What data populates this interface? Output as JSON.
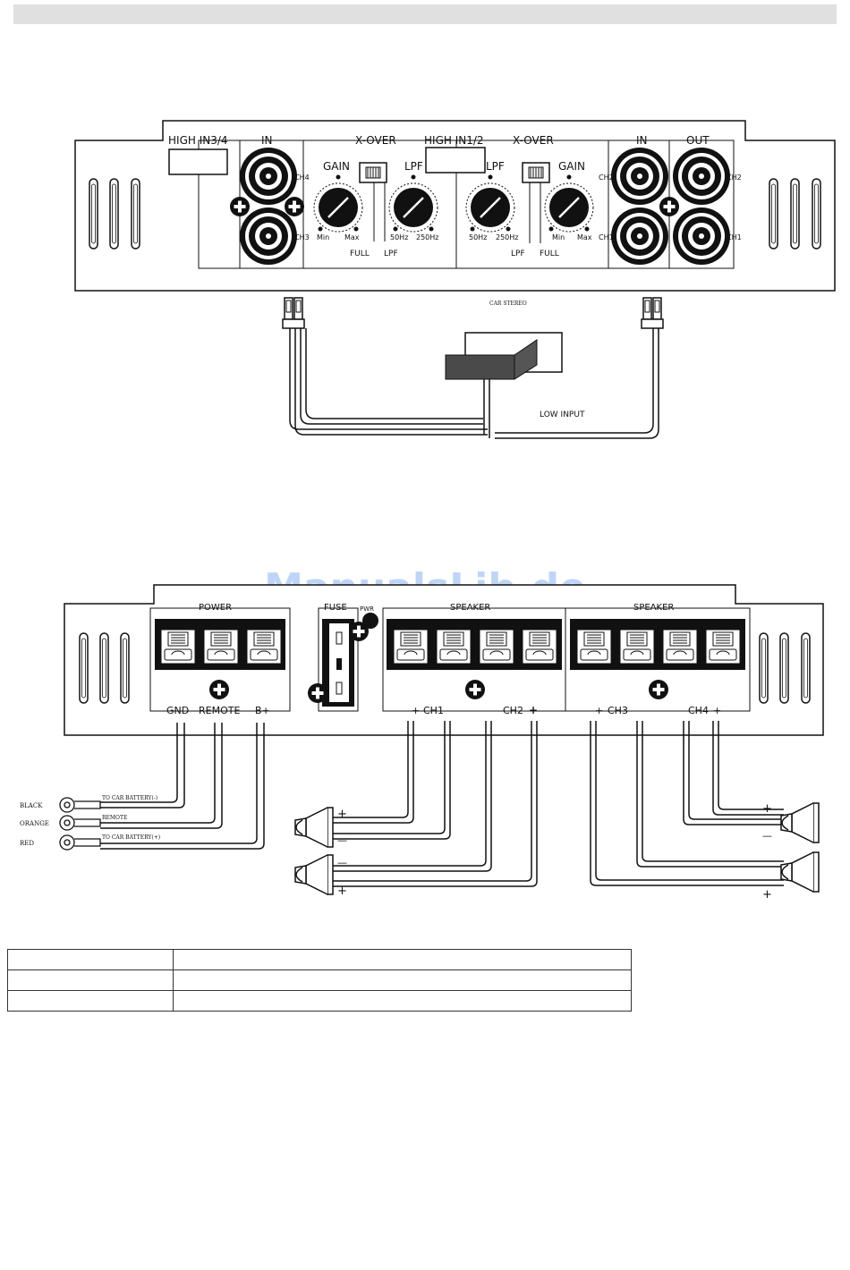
{
  "top_panel": {
    "high_in_34": "HIGH IN3/4",
    "in_left": "IN",
    "xover_left": "X-OVER",
    "gain_left": "GAIN",
    "lpf_left": "LPF",
    "high_in_12": "HIGH IN1/2",
    "xover_right": "X-OVER",
    "lpf_right": "LPF",
    "gain_right": "GAIN",
    "in_right": "IN",
    "out": "OUT",
    "ch4": "CH4",
    "ch3": "CH3",
    "ch2_in": "CH2",
    "ch1_in": "CH1",
    "ch2_out": "CH2",
    "ch1_out": "CH1",
    "min_left": "Min",
    "max_left": "Max",
    "hz50_left": "50Hz",
    "hz250_left": "250Hz",
    "full_left": "FULL",
    "lpf_sw_left": "LPF",
    "hz50_right": "50Hz",
    "hz250_right": "250Hz",
    "lpf_sw_right": "LPF",
    "full_right": "FULL",
    "min_right": "Min",
    "max_right": "Max",
    "car_stereo": "CAR STEREO",
    "low_input": "LOW INPUT"
  },
  "bottom_panel": {
    "power": "POWER",
    "fuse": "FUSE",
    "pwr": "PWR",
    "speaker_a": "SPEAKER",
    "speaker_b": "SPEAKER",
    "gnd": "GND",
    "remote": "REMOTE",
    "bplus": "B+",
    "plus_ch1": "+",
    "ch1": "CH1",
    "minus_ch1": "-",
    "minus_ch2": "-",
    "ch2": "CH2",
    "plus_ch2": "+",
    "plus_ch3": "+",
    "ch3": "CH3",
    "minus_ch3": "-",
    "ch4": "CH4",
    "plus_ch4": "+"
  },
  "wires": {
    "black": "BLACK",
    "orange": "ORANGE",
    "red": "RED",
    "to_car_battery_1": "TO CAR BATTERY(-)",
    "remote_lbl": "REMOTE",
    "to_car_battery_2": "TO CAR BATTERY(+)"
  },
  "speaker_signs": {
    "s1_plus": "+",
    "s1_minus": "—",
    "s2_minus": "—",
    "s2_plus": "+",
    "s3_plus": "+",
    "s3_minus": "—",
    "s4_minus": "—",
    "s4_plus": "+"
  },
  "watermark": "ManualsLib.de",
  "table": {
    "rows": [
      [
        "",
        ""
      ],
      [
        "",
        ""
      ],
      [
        "",
        ""
      ]
    ]
  }
}
